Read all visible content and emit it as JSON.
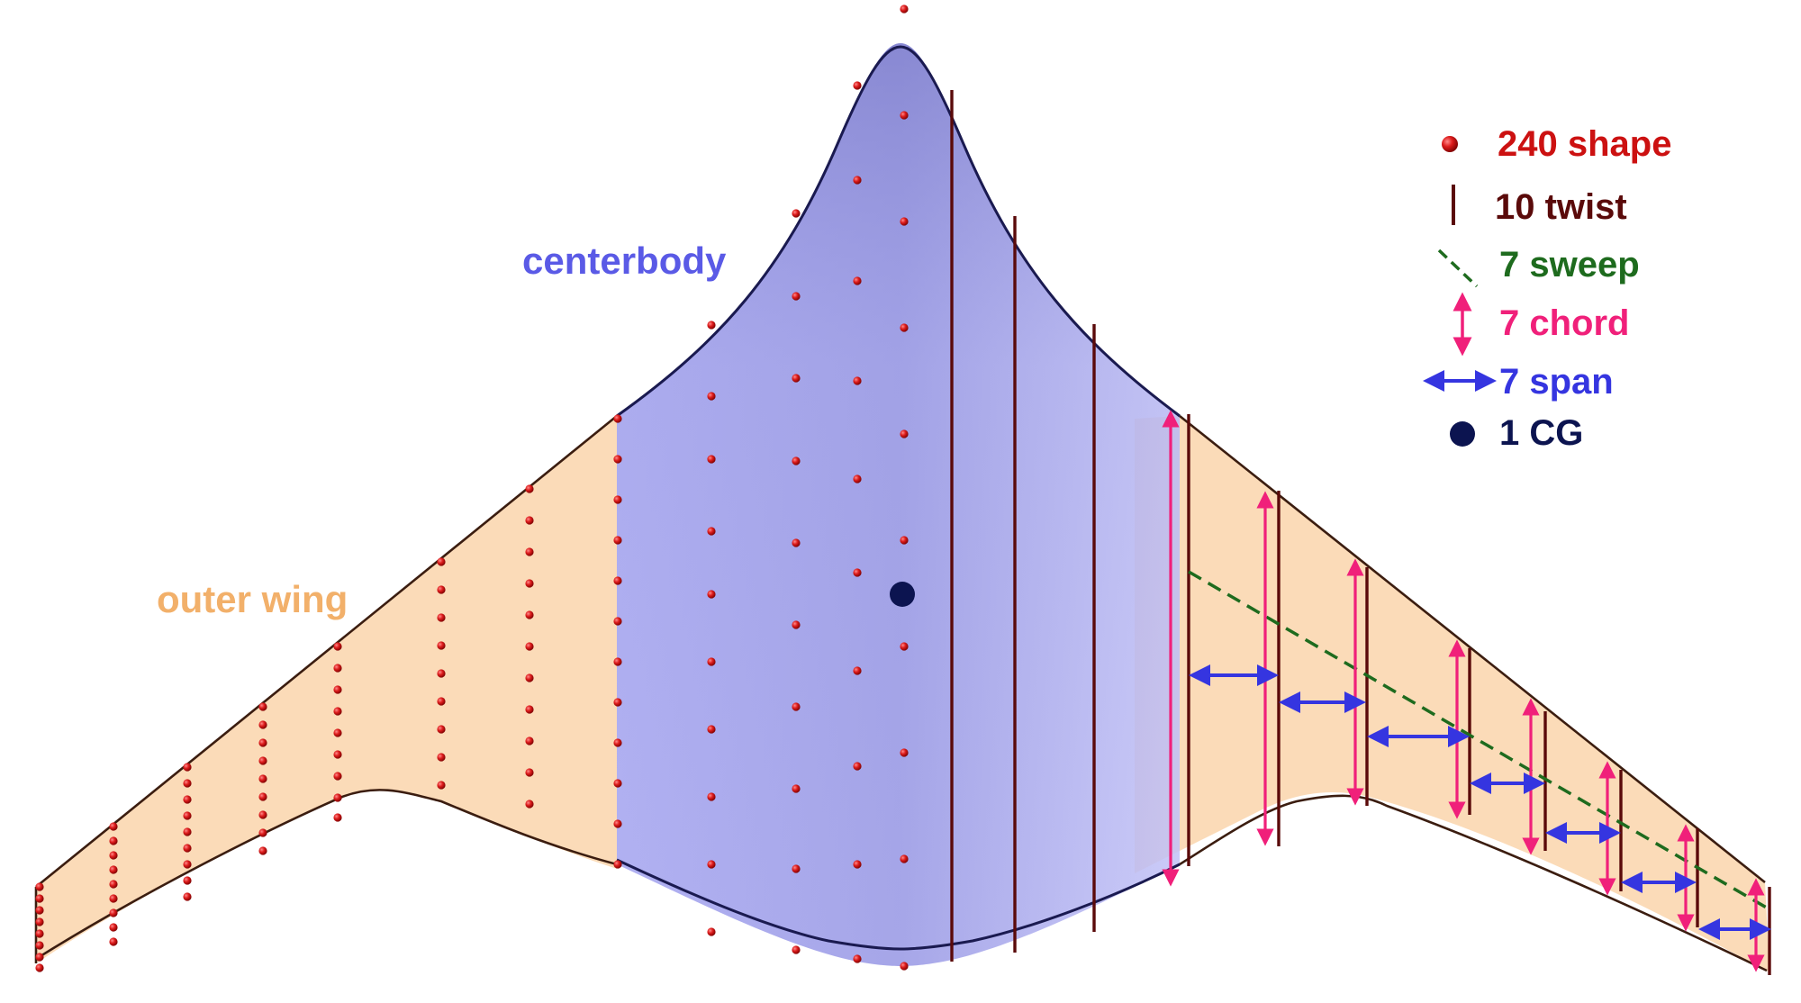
{
  "labels": {
    "centerbody": "centerbody",
    "outer_wing": "outer wing"
  },
  "legend": [
    {
      "count": "240",
      "word": "shape",
      "text": "240 shape",
      "symbol": "red-sphere-marker",
      "color": "#cc1111"
    },
    {
      "count": "10",
      "word": "twist",
      "text": "10 twist",
      "symbol": "dark-vertical-line",
      "color": "#5a0a0a"
    },
    {
      "count": "7",
      "word": "sweep",
      "text": "7 sweep",
      "symbol": "green-dashed-line",
      "color": "#1e6b1e"
    },
    {
      "count": "7",
      "word": "chord",
      "text": "7 chord",
      "symbol": "pink-vertical-arrow",
      "color": "#f0207a"
    },
    {
      "count": "7",
      "word": "span",
      "text": "7 span",
      "symbol": "blue-horizontal-arrow",
      "color": "#3535e0"
    },
    {
      "count": "1",
      "word": "CG",
      "text": "1 CG",
      "symbol": "navy-dot",
      "color": "#0c1450"
    }
  ],
  "colors": {
    "centerbody_fill": "#b4b4f6",
    "centerbody_label": "#5a5ae6",
    "outer_wing_fill": "#fbd7b0",
    "outer_wing_label": "#f2b06a",
    "outline": "#3b1d10",
    "twist": "#5a0a0a",
    "sweep": "#1e6b1e",
    "chord": "#f0207a",
    "span": "#3535e0",
    "shape_point": "#cc1111",
    "cg": "#0c1450"
  }
}
